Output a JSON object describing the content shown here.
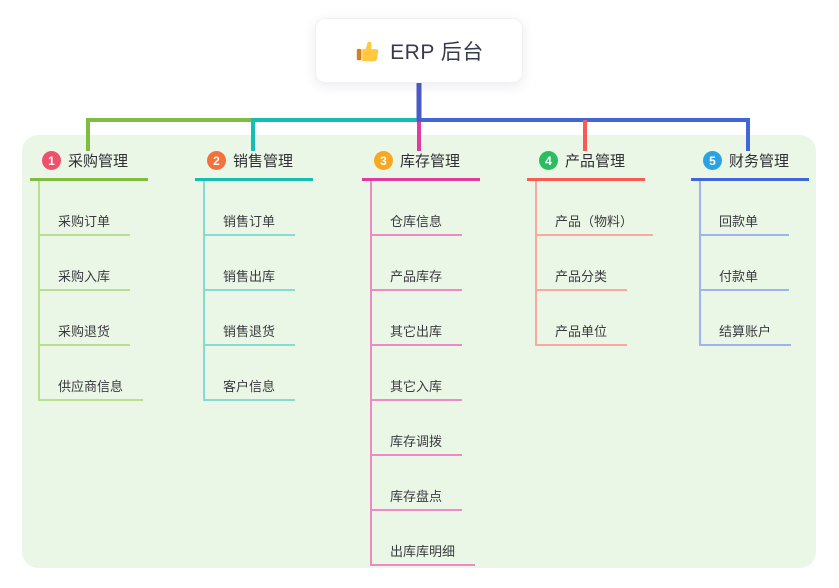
{
  "root": {
    "title": "ERP 后台",
    "icon": "thumbs-up-icon"
  },
  "branches": [
    {
      "number": "1",
      "label": "采购管理",
      "badge_color": "#F0506C",
      "line_color": "#7FBC41",
      "line_light_color": "#B9DE90",
      "children": [
        "采购订单",
        "采购入库",
        "采购退货",
        "供应商信息"
      ]
    },
    {
      "number": "2",
      "label": "销售管理",
      "badge_color": "#F2713C",
      "line_color": "#17BDB2",
      "line_light_color": "#86DCD3",
      "children": [
        "销售订单",
        "销售出库",
        "销售退货",
        "客户信息"
      ]
    },
    {
      "number": "3",
      "label": "库存管理",
      "badge_color": "#F7A821",
      "line_color": "#E03BA0",
      "line_light_color": "#EF8AC7",
      "children": [
        "仓库信息",
        "产品库存",
        "其它出库",
        "其它入库",
        "库存调拨",
        "库存盘点",
        "出库库明细"
      ]
    },
    {
      "number": "4",
      "label": "产品管理",
      "badge_color": "#2BBE60",
      "line_color": "#F85B54",
      "line_light_color": "#FBA8A3",
      "children": [
        "产品（物料）",
        "产品分类",
        "产品单位"
      ]
    },
    {
      "number": "5",
      "label": "财务管理",
      "badge_color": "#29A3E3",
      "line_color": "#4166D7",
      "line_light_color": "#9FB3EC",
      "children": [
        "回款单",
        "付款单",
        "结算账户"
      ]
    }
  ],
  "canvas": {
    "background": "#FFFFFF",
    "panel_color": "#EBF7E6",
    "stem_color": "#4C5AC8"
  }
}
